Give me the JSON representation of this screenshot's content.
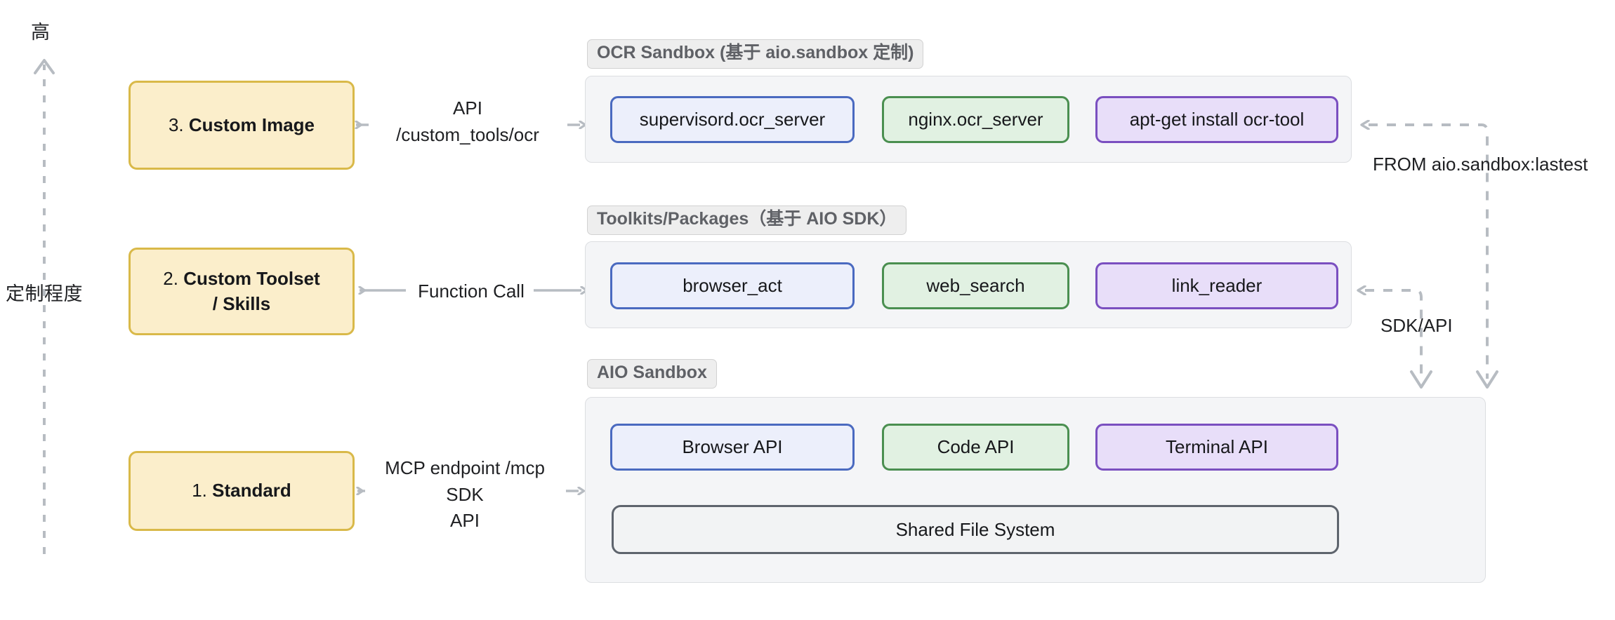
{
  "diagram": {
    "axis": {
      "top_label": "高",
      "side_label": "定制程度"
    },
    "rows": [
      {
        "id": "row-custom-image",
        "stage": {
          "number": "3.",
          "name": "Custom Image"
        },
        "edge_label": "API\n/custom_tools/ocr",
        "edge_label_line1": "API",
        "edge_label_line2": "/custom_tools/ocr",
        "group_title": "OCR Sandbox (基于 aio.sandbox 定制)",
        "items": [
          {
            "label": "supervisord.ocr_server",
            "color": "blue"
          },
          {
            "label": "nginx.ocr_server",
            "color": "green"
          },
          {
            "label": "apt-get install ocr-tool",
            "color": "purple"
          }
        ]
      },
      {
        "id": "row-custom-toolset",
        "stage": {
          "number": "2.",
          "name": "Custom Toolset / Skills",
          "name_line1": "Custom Toolset",
          "name_line2": "/ Skills"
        },
        "edge_label_line1": "Function Call",
        "group_title": "Toolkits/Packages（基于 AIO SDK）",
        "items": [
          {
            "label": "browser_act",
            "color": "blue"
          },
          {
            "label": "web_search",
            "color": "green"
          },
          {
            "label": "link_reader",
            "color": "purple"
          }
        ]
      },
      {
        "id": "row-standard",
        "stage": {
          "number": "1.",
          "name": "Standard"
        },
        "edge_label_line1": "MCP endpoint /mcp",
        "edge_label_line2": "SDK",
        "edge_label_line3": "API",
        "group_title": "AIO Sandbox",
        "items": [
          {
            "label": "Browser API",
            "color": "blue"
          },
          {
            "label": "Code API",
            "color": "green"
          },
          {
            "label": "Terminal API",
            "color": "purple"
          }
        ],
        "wide_item": {
          "label": "Shared File System",
          "color": "gray"
        }
      }
    ],
    "dependency_labels": {
      "from_image": "FROM aio.sandbox:lastest",
      "sdk_api": "SDK/API"
    },
    "colors": {
      "stage_fill": "#fbeecb",
      "stage_border": "#d9b949",
      "group_fill": "#f4f5f7",
      "group_border": "#dcdee1",
      "title_pill_fill": "#eeeeee",
      "title_pill_text": "#5f6166",
      "blue_fill": "#eceffb",
      "blue_border": "#4a6ac0",
      "green_fill": "#e1f1e2",
      "green_border": "#4a8f50",
      "purple_fill": "#e8def9",
      "purple_border": "#7a4fc0",
      "gray_fill": "#f2f3f4",
      "gray_border": "#5e646d",
      "arrow": "#b7bcc2"
    }
  }
}
